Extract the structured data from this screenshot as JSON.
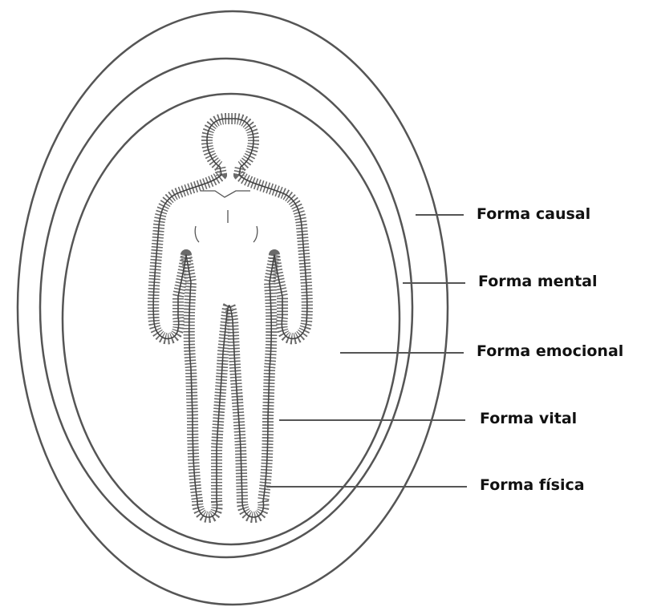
{
  "labels": {
    "causal": "Forma causal",
    "mental": "Forma mental",
    "emocional": "Forma emocional",
    "vital": "Forma vital",
    "fisica": "Forma física"
  },
  "colors": {
    "stroke": "#555555",
    "text": "#111111",
    "aura": "#6a6a6a"
  }
}
